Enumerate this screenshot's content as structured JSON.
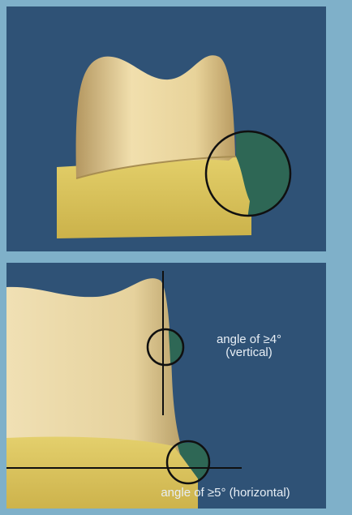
{
  "figure": {
    "background_color": "#7fb0c9",
    "panel_color": "#2f5276",
    "highlight_color": "#2e6755",
    "tooth_color": "#dcc98e",
    "base_color": "#d9c255"
  },
  "annotations": {
    "vertical_line1": "angle of ≥4°",
    "vertical_line2": "(vertical)",
    "horizontal": "angle of ≥5° (horizontal)"
  }
}
